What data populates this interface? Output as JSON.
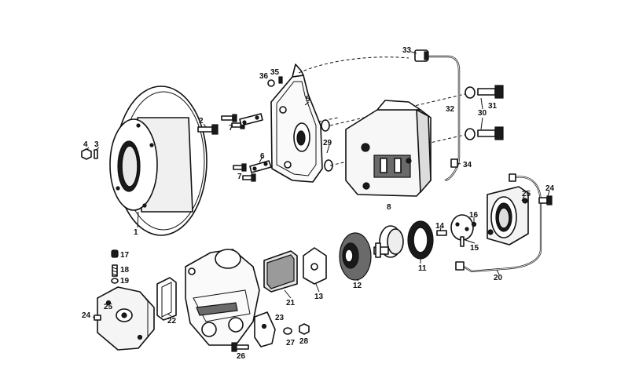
{
  "diagram": {
    "labels": {
      "p1": "1",
      "p2": "2",
      "p3": "3",
      "p4": "4",
      "p5": "5",
      "p6": "6",
      "p7a": "7",
      "p7b": "7",
      "p8": "8",
      "p11": "11",
      "p12": "12",
      "p13": "13",
      "p14": "14",
      "p15": "15",
      "p16": "16",
      "p17": "17",
      "p18": "18",
      "p19": "19",
      "p20": "20",
      "p21": "21",
      "p22": "22",
      "p23": "23",
      "p24a": "24",
      "p24b": "24",
      "p25a": "25",
      "p25b": "25",
      "p26": "26",
      "p27": "27",
      "p28": "28",
      "p29": "29",
      "p30": "30",
      "p31": "31",
      "p32": "32",
      "p33": "33",
      "p34": "34",
      "p35": "35",
      "p36": "36"
    }
  }
}
